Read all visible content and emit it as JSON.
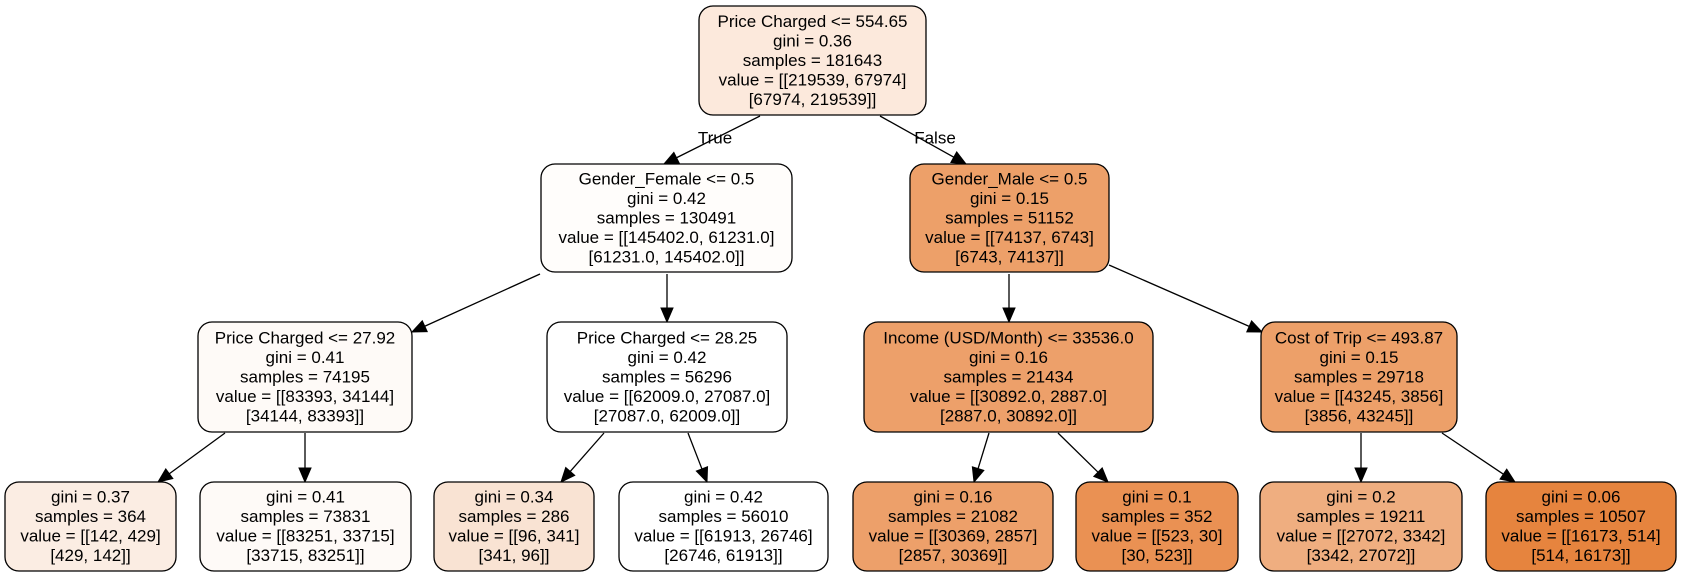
{
  "tree": {
    "nodes": [
      {
        "id": "n0",
        "lines": [
          "Price Charged <= 554.65",
          "gini = 0.36",
          "samples = 181643",
          "value = [[219539, 67974]",
          "[67974, 219539]]"
        ],
        "fill": "#fce9dc"
      },
      {
        "id": "n1",
        "lines": [
          "Gender_Female <= 0.5",
          "gini = 0.42",
          "samples = 130491",
          "value = [[145402.0, 61231.0]",
          "[61231.0, 145402.0]]"
        ],
        "fill": "#fffdfb"
      },
      {
        "id": "n2",
        "lines": [
          "Gender_Male <= 0.5",
          "gini = 0.15",
          "samples = 51152",
          "value = [[74137, 6743]",
          "[6743, 74137]]"
        ],
        "fill": "#eda069"
      },
      {
        "id": "n3",
        "lines": [
          "Price Charged <= 27.92",
          "gini = 0.41",
          "samples = 74195",
          "value = [[83393, 34144]",
          "[34144, 83393]]"
        ],
        "fill": "#fefaf7"
      },
      {
        "id": "n4",
        "lines": [
          "Price Charged <= 28.25",
          "gini = 0.42",
          "samples = 56296",
          "value = [[62009.0, 27087.0]",
          "[27087.0, 62009.0]]"
        ],
        "fill": "#ffffff"
      },
      {
        "id": "n5",
        "lines": [
          "Income (USD/Month) <= 33536.0",
          "gini = 0.16",
          "samples = 21434",
          "value = [[30892.0, 2887.0]",
          "[2887.0, 30892.0]]"
        ],
        "fill": "#eda06a"
      },
      {
        "id": "n6",
        "lines": [
          "Cost of Trip <= 493.87",
          "gini = 0.15",
          "samples = 29718",
          "value = [[43245, 3856]",
          "[3856, 43245]]"
        ],
        "fill": "#eda069"
      },
      {
        "id": "n7",
        "lines": [
          "gini = 0.37",
          "samples = 364",
          "value = [[142, 429]",
          "[429, 142]]"
        ],
        "fill": "#fbede3"
      },
      {
        "id": "n8",
        "lines": [
          "gini = 0.41",
          "samples = 73831",
          "value = [[83251, 33715]",
          "[33715, 83251]]"
        ],
        "fill": "#fefaf7"
      },
      {
        "id": "n9",
        "lines": [
          "gini = 0.34",
          "samples = 286",
          "value = [[96, 341]",
          "[341, 96]]"
        ],
        "fill": "#f9e3d3"
      },
      {
        "id": "n10",
        "lines": [
          "gini = 0.42",
          "samples = 56010",
          "value = [[61913, 26746]",
          "[26746, 61913]]"
        ],
        "fill": "#ffffff"
      },
      {
        "id": "n11",
        "lines": [
          "gini = 0.16",
          "samples = 21082",
          "value = [[30369, 2857]",
          "[2857, 30369]]"
        ],
        "fill": "#eda06a"
      },
      {
        "id": "n12",
        "lines": [
          "gini = 0.1",
          "samples = 352",
          "value = [[523, 30]",
          "[30, 523]]"
        ],
        "fill": "#ea9153"
      },
      {
        "id": "n13",
        "lines": [
          "gini = 0.2",
          "samples = 19211",
          "value = [[27072, 3342]",
          "[3342, 27072]]"
        ],
        "fill": "#efae80"
      },
      {
        "id": "n14",
        "lines": [
          "gini = 0.06",
          "samples = 10507",
          "value = [[16173, 514]",
          "[514, 16173]]"
        ],
        "fill": "#e6843e"
      }
    ],
    "edges": [
      {
        "from": "n0",
        "to": "n1",
        "label": "True"
      },
      {
        "from": "n0",
        "to": "n2",
        "label": "False"
      },
      {
        "from": "n1",
        "to": "n3",
        "label": ""
      },
      {
        "from": "n1",
        "to": "n4",
        "label": ""
      },
      {
        "from": "n2",
        "to": "n5",
        "label": ""
      },
      {
        "from": "n2",
        "to": "n6",
        "label": ""
      },
      {
        "from": "n3",
        "to": "n7",
        "label": ""
      },
      {
        "from": "n3",
        "to": "n8",
        "label": ""
      },
      {
        "from": "n4",
        "to": "n9",
        "label": ""
      },
      {
        "from": "n4",
        "to": "n10",
        "label": ""
      },
      {
        "from": "n5",
        "to": "n11",
        "label": ""
      },
      {
        "from": "n5",
        "to": "n12",
        "label": ""
      },
      {
        "from": "n6",
        "to": "n13",
        "label": ""
      },
      {
        "from": "n6",
        "to": "n14",
        "label": ""
      }
    ]
  }
}
